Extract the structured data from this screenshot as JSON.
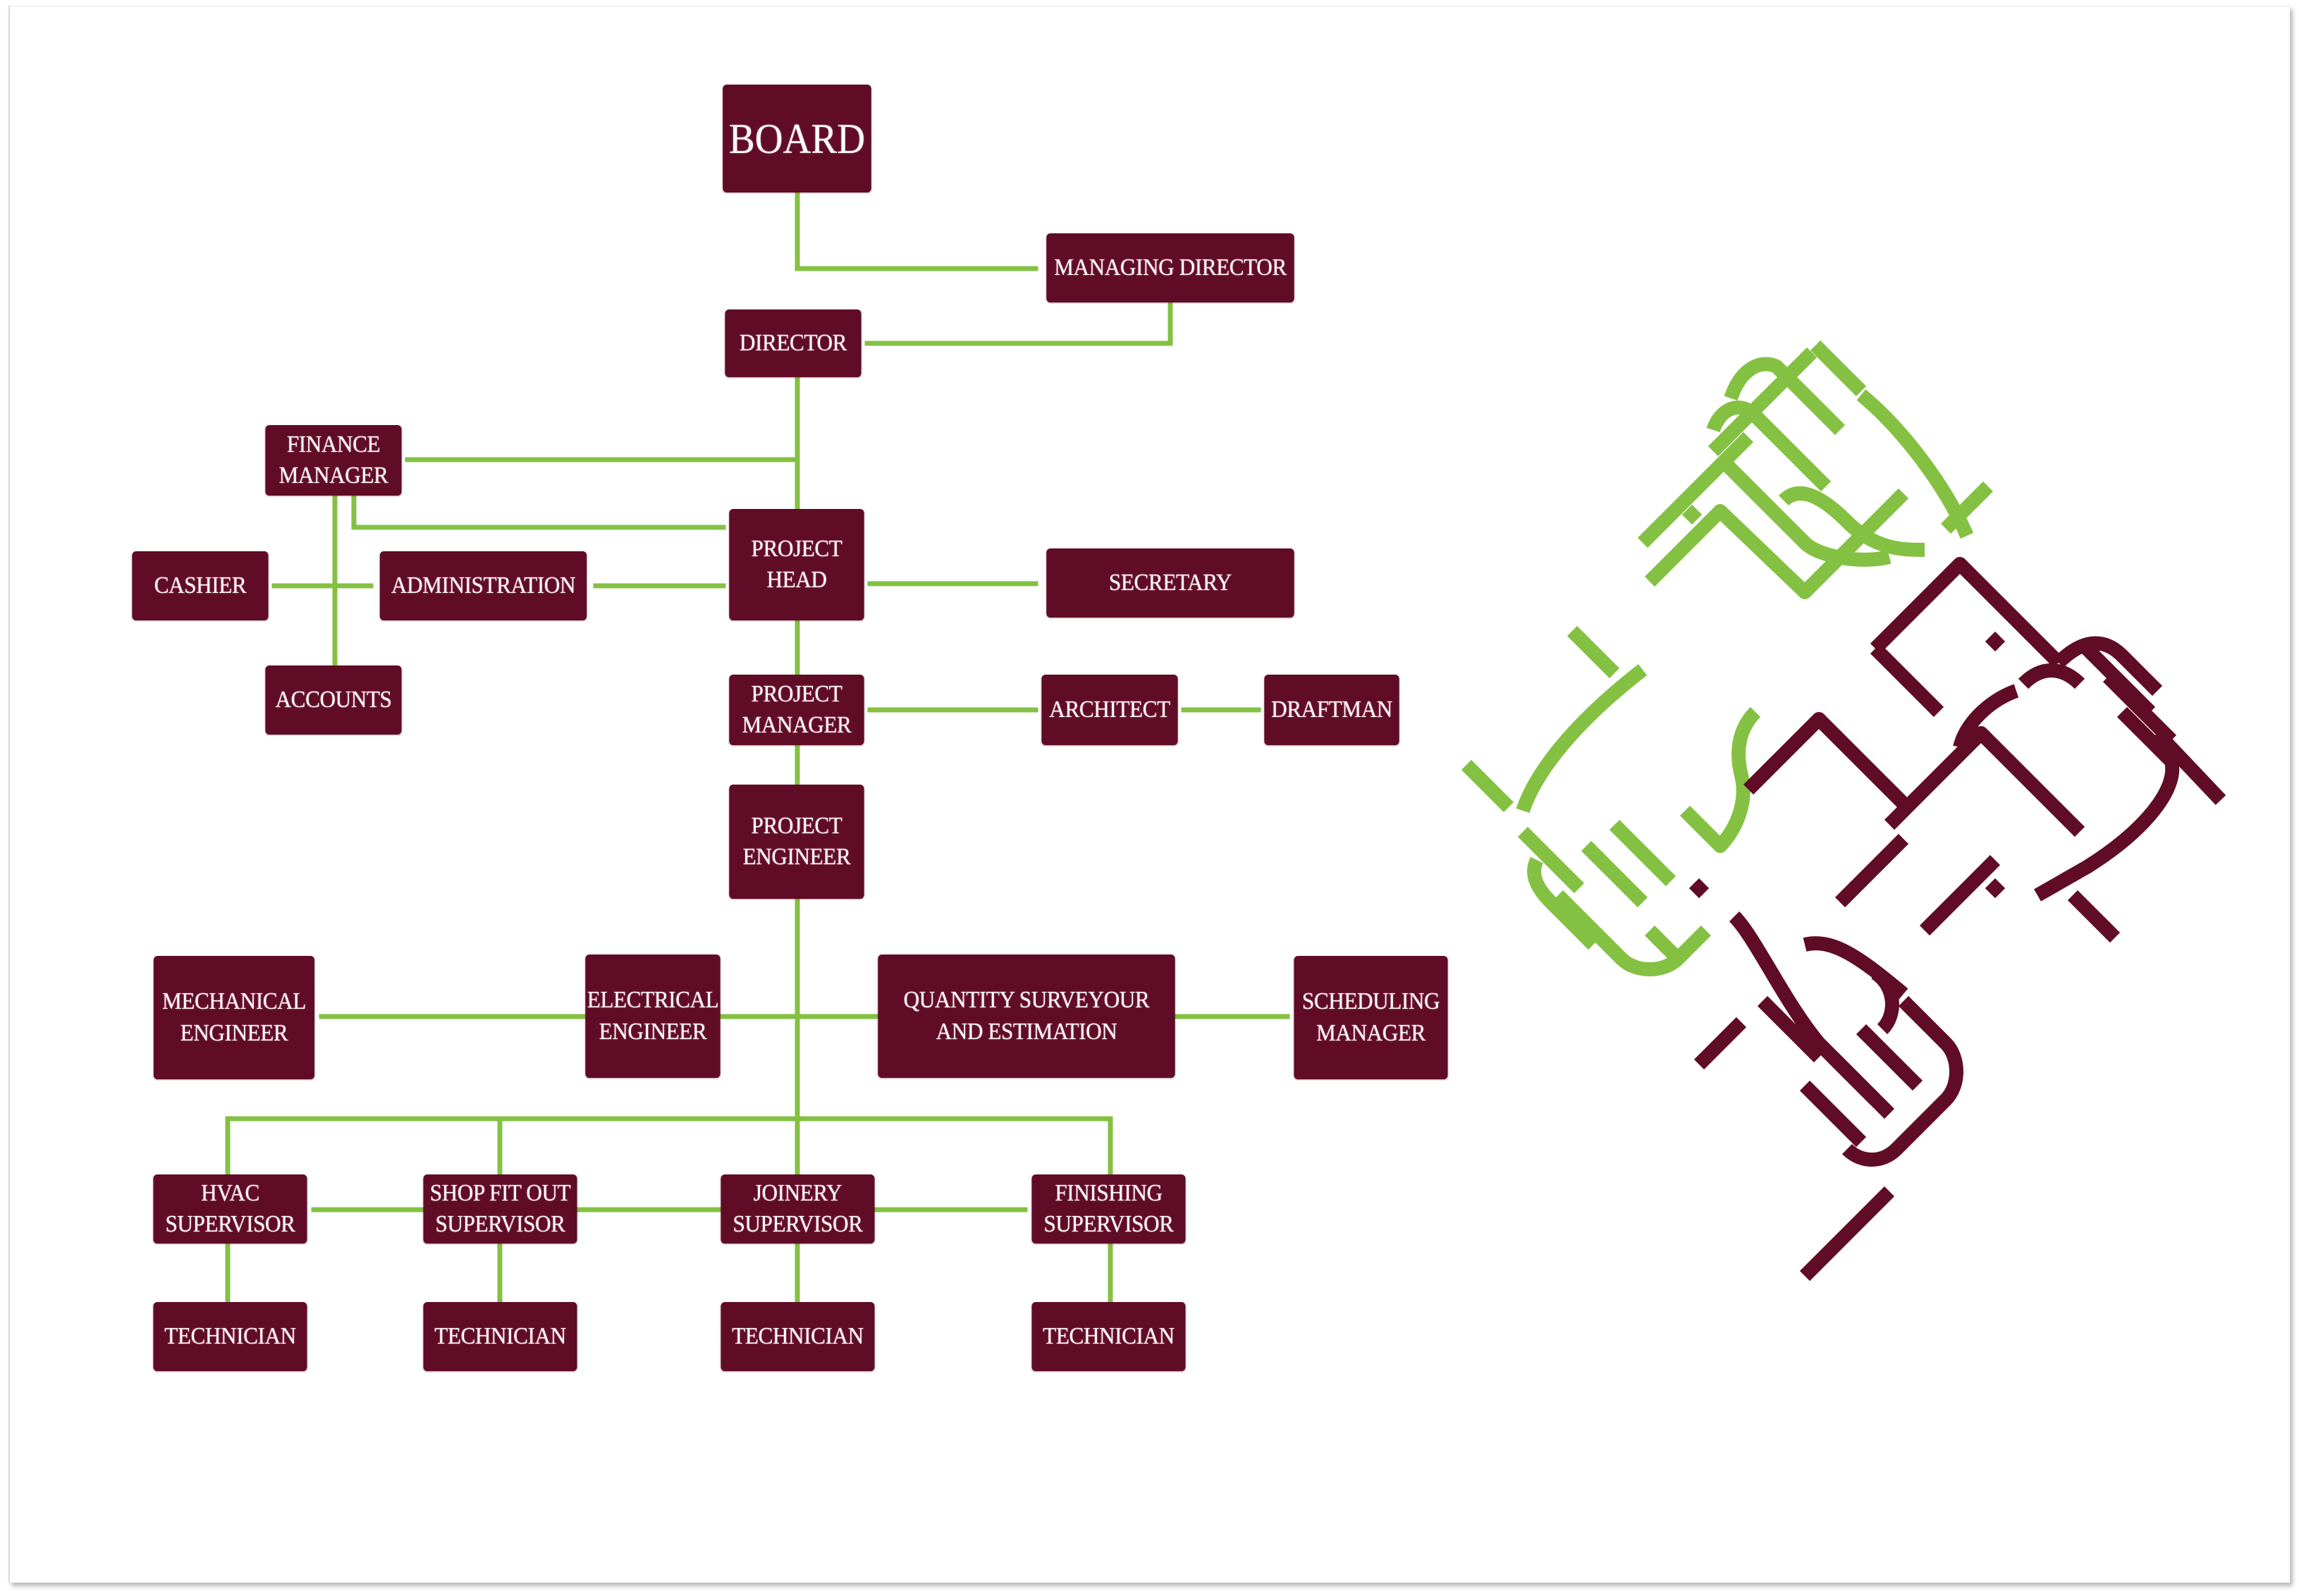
{
  "colors": {
    "box": "#600c27",
    "connector": "#84c143",
    "hands_green": "#84c143",
    "hands_maroon": "#600c27"
  },
  "org_chart": {
    "board": "BOARD",
    "managing_director": "MANAGING DIRECTOR",
    "director": "DIRECTOR",
    "finance_manager": "FINANCE\nMANAGER",
    "cashier": "CASHIER",
    "administration": "ADMINISTRATION",
    "accounts": "ACCOUNTS",
    "project_head": "PROJECT\nHEAD",
    "secretary": "SECRETARY",
    "project_manager": "PROJECT\nMANAGER",
    "architect": "ARCHITECT",
    "draftman": "DRAFTMAN",
    "project_engineer": "PROJECT\nENGINEER",
    "engineers": [
      "MECHANICAL\nENGINEER",
      "ELECTRICAL\nENGINEER",
      "QUANTITY SURVEYOUR\nAND ESTIMATION",
      "SCHEDULING\nMANAGER"
    ],
    "supervisors": [
      {
        "title": "HVAC\nSUPERVISOR",
        "technician": "TECHNICIAN"
      },
      {
        "title": "SHOP FIT OUT\nSUPERVISOR",
        "technician": "TECHNICIAN"
      },
      {
        "title": "JOINERY\nSUPERVISOR",
        "technician": "TECHNICIAN"
      },
      {
        "title": "FINISHING\nSUPERVISOR",
        "technician": "TECHNICIAN"
      }
    ]
  },
  "illustration": {
    "icon": "teamwork-hands-icon"
  }
}
